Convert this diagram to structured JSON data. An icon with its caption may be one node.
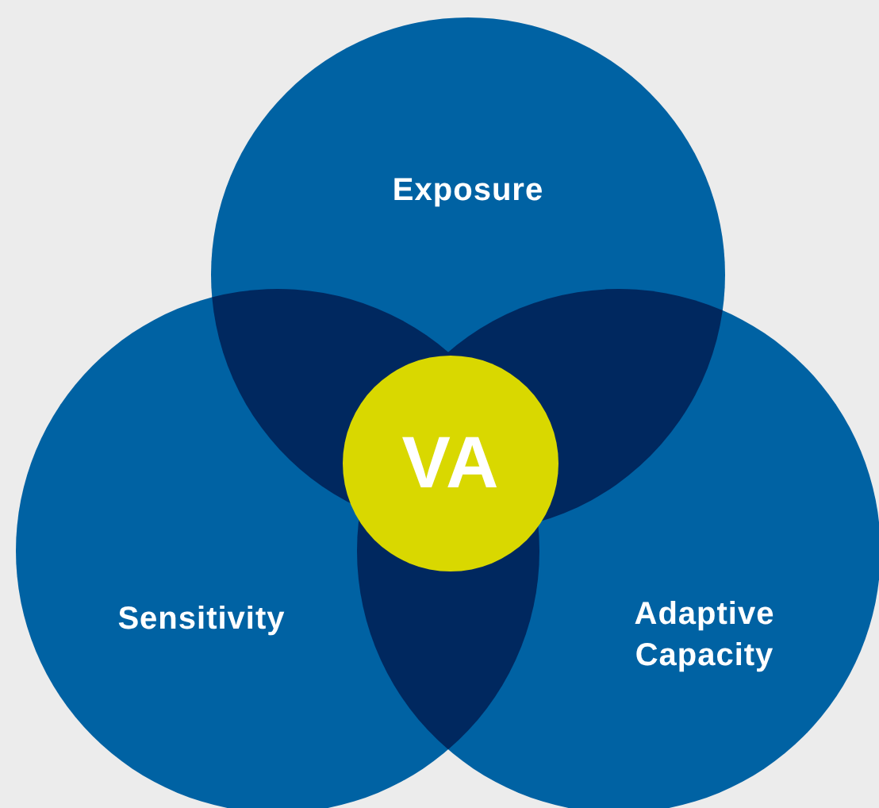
{
  "diagram": {
    "nodes": [
      {
        "text": [
          "Exposure"
        ]
      },
      {
        "text": [
          "Sensitivity"
        ]
      },
      {
        "text": [
          "Adaptive Capacity"
        ]
      },
      {
        "text": [
          "VA"
        ]
      }
    ]
  }
}
